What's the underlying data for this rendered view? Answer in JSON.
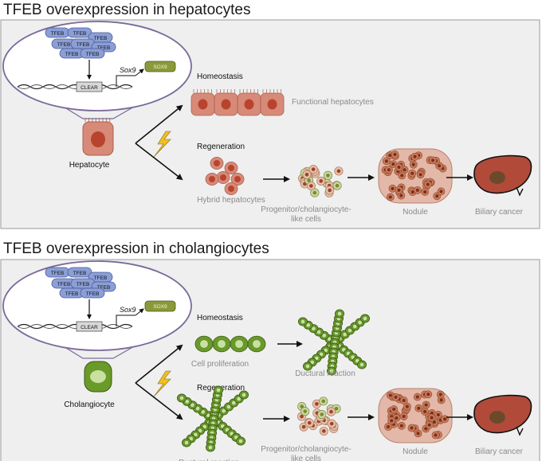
{
  "colors": {
    "panel_bg": "#efefef",
    "panel_border": "#9a9a9a",
    "tfeb_fill": "#8b9fd6",
    "tfeb_stroke": "#4a5a9a",
    "sox9_fill": "#8a9a3a",
    "hepatocyte": "#d88a78",
    "hep_nucleus": "#b8442e",
    "cholangiocyte": "#6a9a2a",
    "chol_nucleus": "#c8e0a0",
    "liver": "#b24a3a",
    "tumor": "#6a4a2a",
    "bolt": "#f0c020",
    "label_gray": "#8a8a8a"
  },
  "panels": [
    {
      "title": "TFEB overexpression in hepatocytes",
      "cell_type": "hepatocyte",
      "tfeb_label": "TFEB",
      "clear_label": "CLEAR",
      "gene_label": "Sox9",
      "protein_label": "SOX9",
      "cell_label": "Hepatocyte",
      "homeostasis_label": "Homeostasis",
      "homeostasis_result": "Functional hepatocytes",
      "regeneration_label": "Regeneration",
      "hybrid_label": "Hybrid hepatocytes",
      "progenitor_label_1": "Progenitor/cholangiocyte-",
      "progenitor_label_2": "like cells",
      "nodule_label": "Nodule",
      "cancer_label": "Biliary cancer"
    },
    {
      "title": "TFEB overexpression in cholangiocytes",
      "cell_type": "cholangiocyte",
      "tfeb_label": "TFEB",
      "clear_label": "CLEAR",
      "gene_label": "Sox9",
      "protein_label": "SOX9",
      "cell_label": "Cholangiocyte",
      "homeostasis_label": "Homeostasis",
      "homeostasis_result": "Cell proliferation",
      "ductural_label": "Ductural reaction",
      "regeneration_label": "Regeneration",
      "regen_ductural_label": "Ductural reaction",
      "progenitor_label_1": "Progenitor/cholangiocyte-",
      "progenitor_label_2": "like cells",
      "nodule_label": "Nodule",
      "cancer_label": "Biliary cancer"
    }
  ]
}
